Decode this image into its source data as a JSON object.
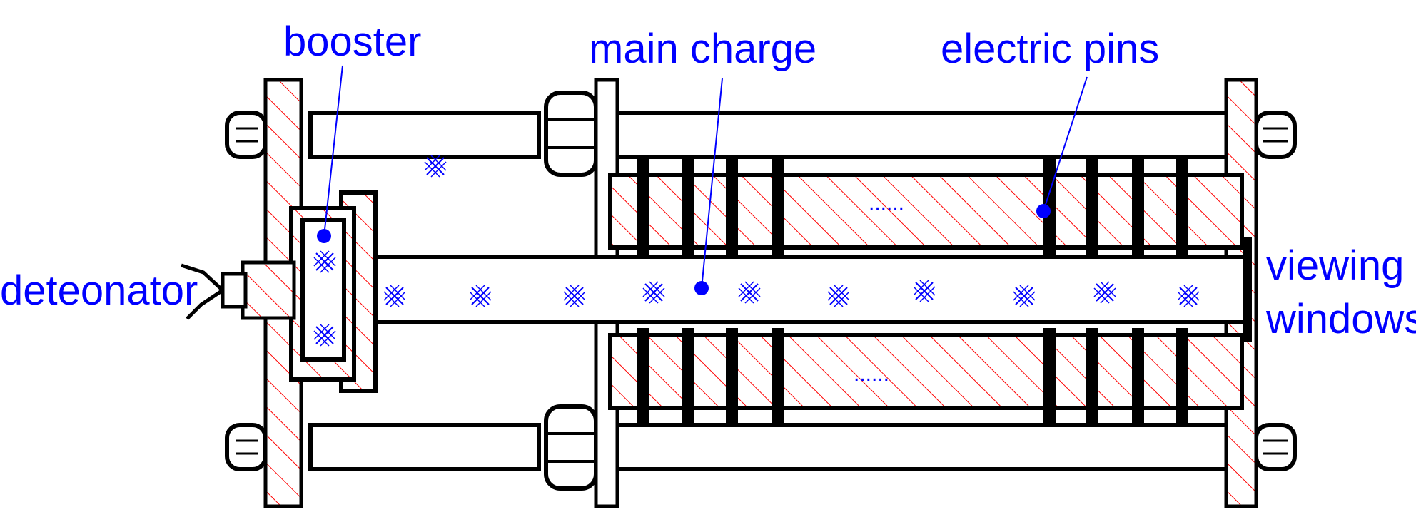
{
  "diagram": {
    "labels": {
      "booster": "booster",
      "main_charge": "main charge",
      "electric_pins": "electric pins",
      "detonator": "deteonator",
      "viewing_line1": "viewing",
      "viewing_line2": "windows"
    },
    "inner_dots_top": "......",
    "inner_dots_bottom": "......"
  },
  "colors": {
    "label_blue": "#0000ff",
    "hatch_red": "#ff0000",
    "outline_black": "#000000"
  }
}
